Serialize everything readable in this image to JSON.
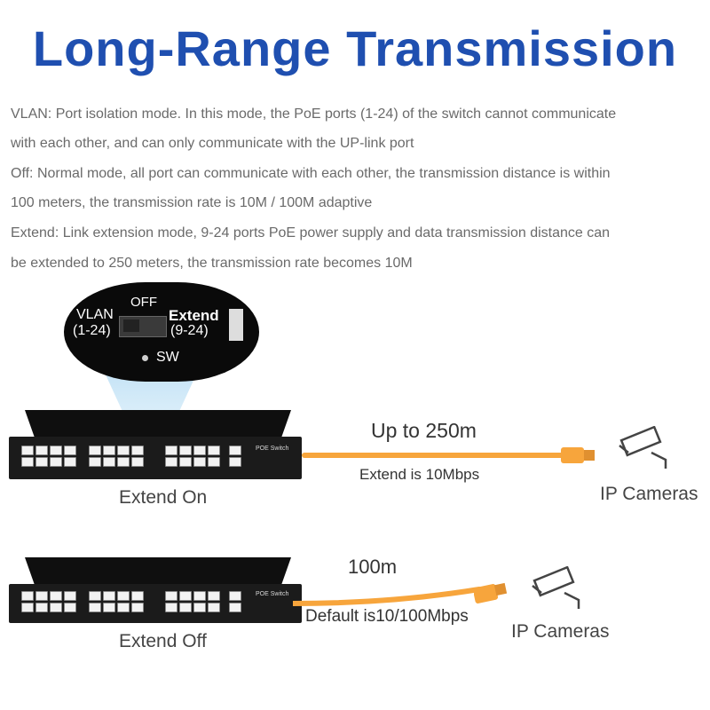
{
  "title": "Long-Range Transmission",
  "description": [
    "VLAN:  Port isolation mode. In this mode, the PoE ports (1-24) of the switch cannot communicate",
    "with each other, and can only communicate with the UP-link port",
    "Off: Normal mode, all port can communicate with each other, the transmission distance is within",
    "100 meters, the transmission rate is 10M / 100M adaptive",
    "Extend:  Link extension mode, 9-24 ports PoE power supply and data transmission distance can",
    "be extended to 250 meters, the transmission rate becomes 10M"
  ],
  "switch_zoom": {
    "off_label": "OFF",
    "vlan_label": "VLAN",
    "vlan_range": "(1-24)",
    "extend_label": "Extend",
    "extend_range": "(9-24)",
    "sw_label": "SW"
  },
  "switch_label": "POE Switch",
  "diagram_top": {
    "caption": "Extend On",
    "distance": "Up to 250m",
    "rate": "Extend is 10Mbps",
    "device": "IP Cameras"
  },
  "diagram_bottom": {
    "caption": "Extend Off",
    "distance": "100m",
    "rate": "Default is10/100Mbps",
    "device": "IP Cameras"
  },
  "colors": {
    "title": "#1f4fb0",
    "cable": "#f7a53c",
    "text": "#6a6a6a"
  }
}
